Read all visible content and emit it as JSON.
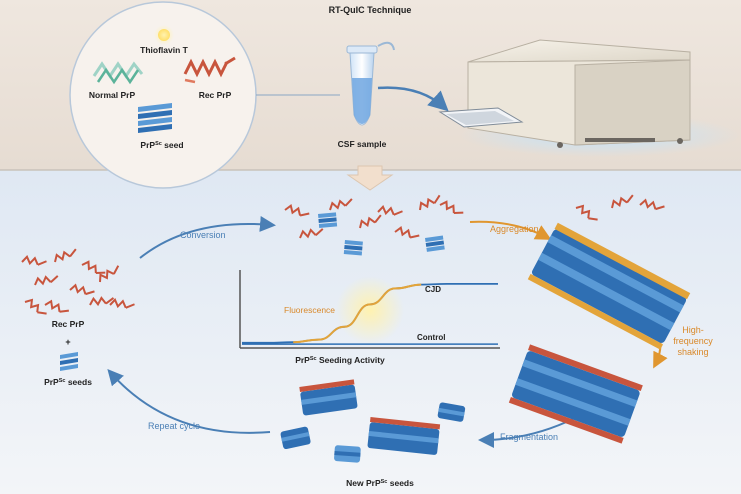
{
  "top_panel": {
    "title": "RT-QuIC Technique",
    "legend": {
      "thioflavin": "Thioflavin T",
      "normal_prp": "Normal PrP",
      "rec_prp": "Rec PrP",
      "seed_base": "PrP",
      "seed_sup": "Sc",
      "seed_rest": " seed"
    },
    "tube_label": "CSF sample"
  },
  "cycle": {
    "conversion": "Conversion",
    "aggregation": "Aggregation",
    "shaking_1": "High-",
    "shaking_2": "frequency",
    "shaking_3": "shaking",
    "fragmentation": "Fragmentation",
    "repeat": "Repeat cycle",
    "rec_prp": "Rec PrP",
    "plus": "+",
    "seeds_base": "PrP",
    "seeds_sup": "Sc",
    "seeds_rest": " seeds",
    "new_seeds_pre": "New PrP",
    "new_seeds_sup": "Sc",
    "new_seeds_rest": " seeds"
  },
  "chart": {
    "fluorescence": "Fluorescence",
    "cjd": "CJD",
    "control": "Control",
    "caption_base": "PrP",
    "caption_sup": "Sc",
    "caption_rest": " Seeding Activity"
  },
  "chart_data": {
    "type": "line",
    "series": [
      {
        "name": "CJD",
        "x": [
          0,
          1,
          2,
          3,
          4,
          5,
          6,
          7,
          8,
          9,
          10
        ],
        "y": [
          0.05,
          0.05,
          0.06,
          0.1,
          0.3,
          0.65,
          0.9,
          0.96,
          0.97,
          0.97,
          0.97
        ]
      },
      {
        "name": "Control",
        "x": [
          0,
          1,
          2,
          3,
          4,
          5,
          6,
          7,
          8,
          9,
          10
        ],
        "y": [
          0.03,
          0.03,
          0.03,
          0.03,
          0.03,
          0.03,
          0.03,
          0.03,
          0.03,
          0.03,
          0.03
        ]
      }
    ],
    "ylim": [
      0,
      1
    ],
    "xlim": [
      0,
      10
    ]
  },
  "colors": {
    "top_bg": "#ece4dc",
    "bottom_bg": "#e8eef6",
    "arrow_blue": "#4a7fb5",
    "arrow_orange": "#e0962f",
    "prp_red": "#c8553d",
    "seed_blue": "#2f6fb3",
    "curve": "#e3a43a"
  }
}
